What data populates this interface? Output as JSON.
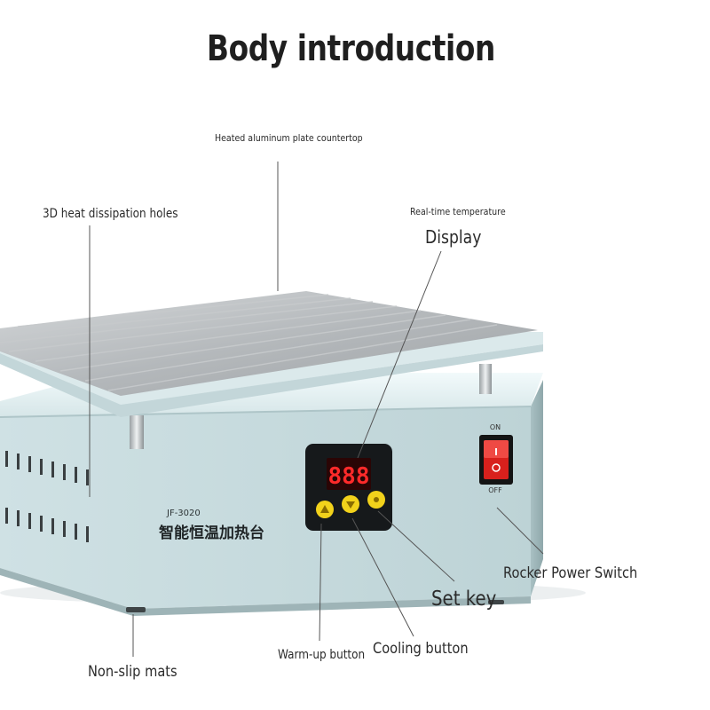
{
  "title": "Body introduction",
  "labels": {
    "heated_plate": "Heated aluminum plate countertop",
    "heat_holes": "3D heat dissipation holes",
    "realtime_temp": "Real-time temperature",
    "display": "Display",
    "rocker_switch": "Rocker Power Switch",
    "set_key": "Set key",
    "warmup_button": "Warm-up button",
    "cooling_button": "Cooling button",
    "nonslip_mats": "Non-slip mats"
  },
  "device": {
    "model": "JF-3020",
    "name_cn": "智能恒温加热台",
    "display_digits": "888",
    "switch_on": "ON",
    "switch_off": "OFF",
    "body_color": "#c9dde0",
    "plate_color": "#b3b7ba",
    "display_color": "#ff2a2a",
    "button_color": "#f2d21b",
    "switch_color": "#d8201c"
  }
}
